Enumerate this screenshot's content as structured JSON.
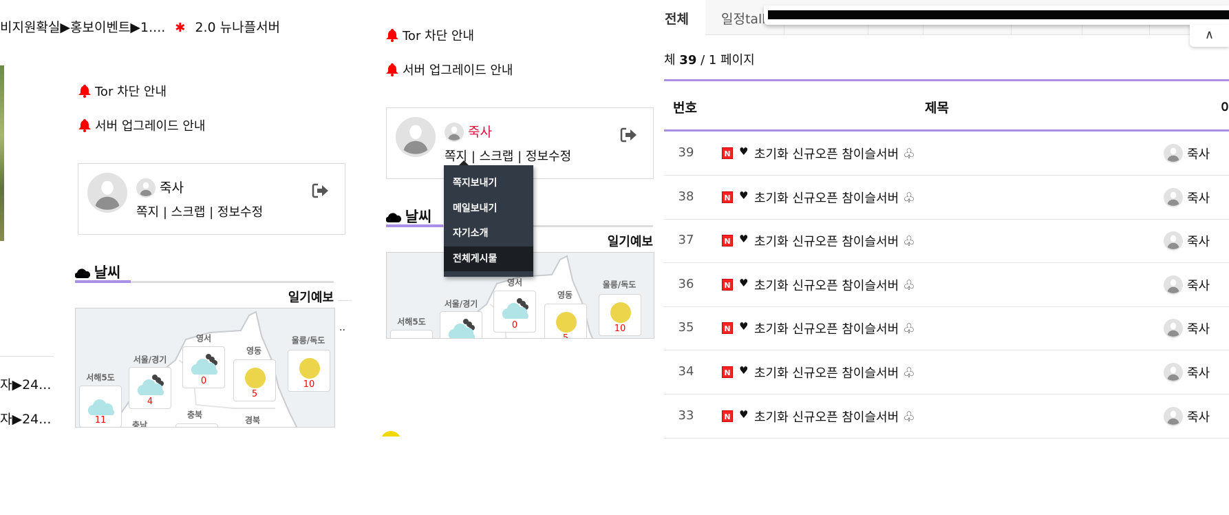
{
  "left_panel": {
    "breadcrumb": "비지원확실▶홍보이벤트▶1....",
    "marker": "✱",
    "server_link": "2.0 뉴나플서버",
    "list_items": [
      "자▶24...",
      "자▶24..."
    ],
    "ellipsis": ".."
  },
  "notices": [
    "Tor 차단 안내",
    "서버 업그레이드 안내"
  ],
  "profile": {
    "name": "죽사",
    "links": [
      "쪽지",
      "스크랩",
      "정보수정"
    ],
    "separator": "|"
  },
  "weather": {
    "title": "날씨",
    "forecast_label": "일기예보",
    "regions": [
      {
        "name": "서해5도",
        "icon": "cloud",
        "value": "11"
      },
      {
        "name": "서울/경기",
        "icon": "cloud-dark",
        "value": "4"
      },
      {
        "name": "영서",
        "icon": "cloud-dark",
        "value": "0"
      },
      {
        "name": "영동",
        "icon": "sun",
        "value": "5"
      },
      {
        "name": "울릉/독도",
        "icon": "sun",
        "value": "10"
      },
      {
        "name": "충북",
        "icon": null,
        "value": null
      },
      {
        "name": "경북",
        "icon": null,
        "value": null
      },
      {
        "name": "충남",
        "icon": null,
        "value": null
      }
    ]
  },
  "user_menu": {
    "items": [
      "쪽지보내기",
      "메일보내기",
      "자기소개",
      "전체게시물"
    ],
    "active_index": 3
  },
  "board": {
    "tabs": [
      "전체",
      "일정talk"
    ],
    "active_tab": 0,
    "total_prefix": "체",
    "total": "39",
    "page_info": "/ 1 페이지",
    "scroll_up": "∧",
    "columns": [
      "번호",
      "제목",
      "이"
    ],
    "rows": [
      {
        "no": "39",
        "badge": "N",
        "prefix": "♥",
        "title": "초기화 신규오픈 참이슬서버",
        "suffix": "♧",
        "author": "죽사"
      },
      {
        "no": "38",
        "badge": "N",
        "prefix": "♥",
        "title": "초기화 신규오픈 참이슬서버",
        "suffix": "♧",
        "author": "죽사"
      },
      {
        "no": "37",
        "badge": "N",
        "prefix": "♥",
        "title": "초기화 신규오픈 참이슬서버",
        "suffix": "♧",
        "author": "죽사"
      },
      {
        "no": "36",
        "badge": "N",
        "prefix": "♥",
        "title": "초기화 신규오픈 참이슬서버",
        "suffix": "♧",
        "author": "죽사"
      },
      {
        "no": "35",
        "badge": "N",
        "prefix": "♥",
        "title": "초기화 신규오픈 참이슬서버",
        "suffix": "♧",
        "author": "죽사"
      },
      {
        "no": "34",
        "badge": "N",
        "prefix": "♥",
        "title": "초기화 신규오픈 참이슬서버",
        "suffix": "♧",
        "author": "죽사"
      },
      {
        "no": "33",
        "badge": "N",
        "prefix": "♥",
        "title": "초기화 신규오픈 참이슬서버",
        "suffix": "♧",
        "author": "죽사"
      }
    ]
  },
  "colors": {
    "accent": "#a990e6",
    "bell": "#ff0000",
    "hover_name": "#dc143c",
    "menu_bg": "#323a45",
    "menu_active": "#1b1f23",
    "sun": "#ecd44b",
    "cloud": "#b0e4e6",
    "value": "#ff0000"
  }
}
